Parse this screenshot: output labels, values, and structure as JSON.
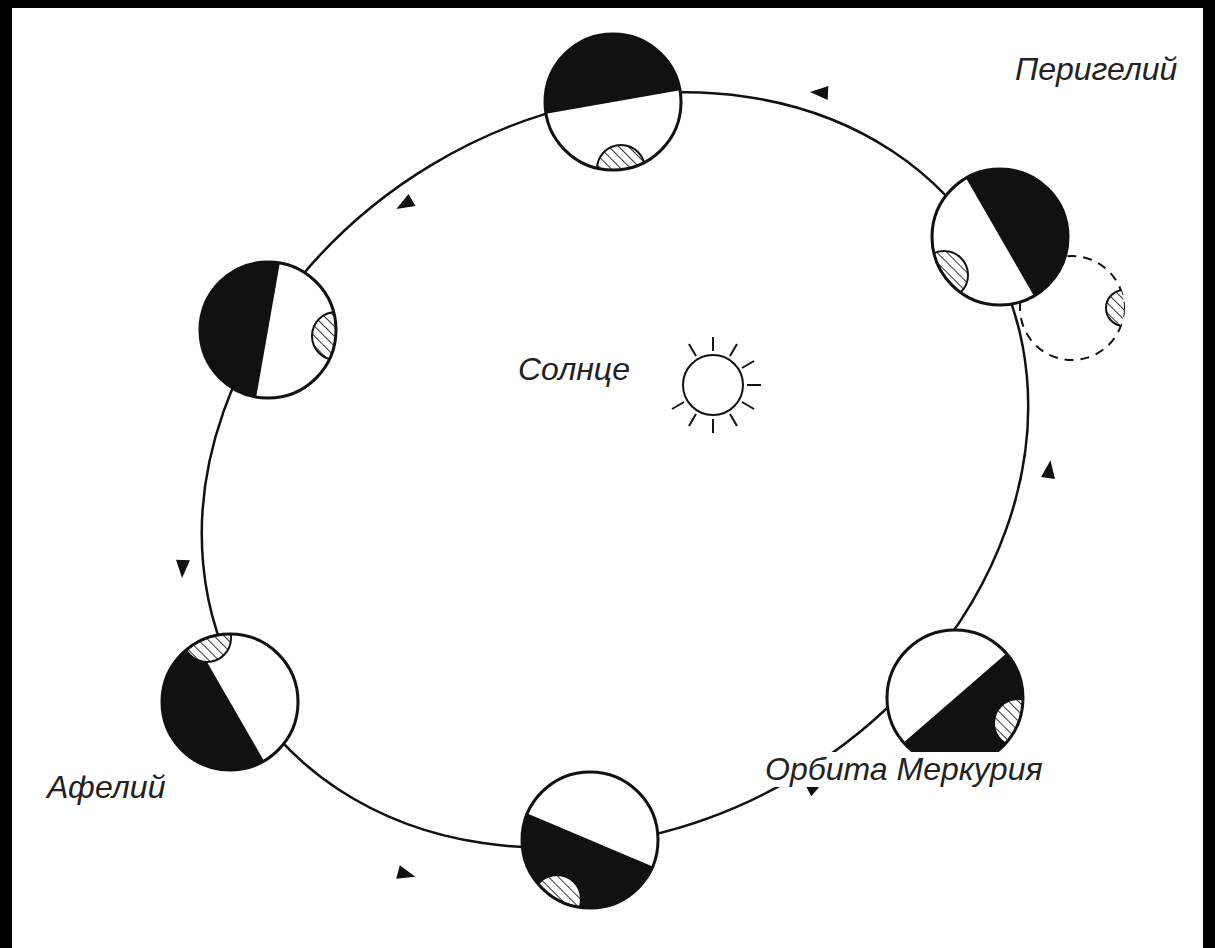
{
  "diagram": {
    "labels": [
      "Перигелий",
      "Солнце",
      "Афелий",
      "Орбита Меркурия"
    ]
  }
}
